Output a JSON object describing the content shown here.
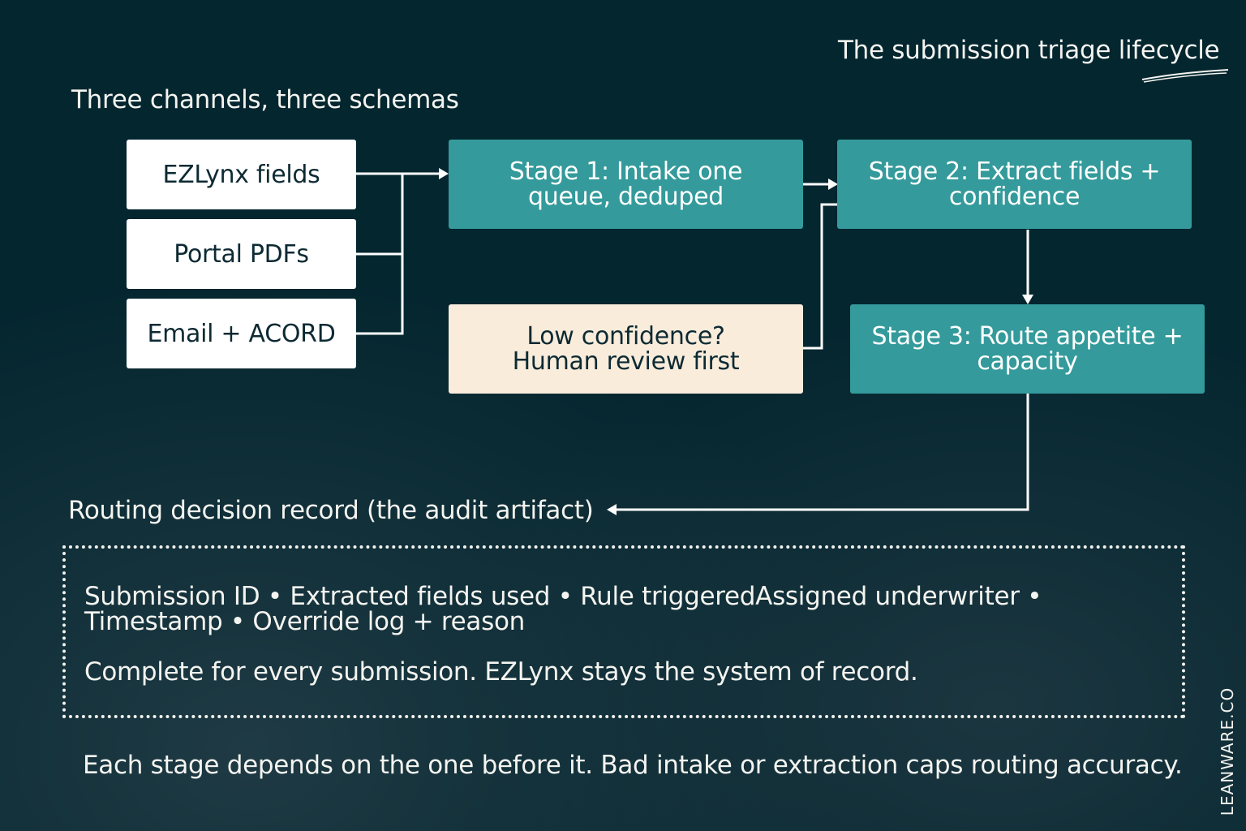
{
  "title": "The submission triage lifecycle",
  "channels_heading": "Three channels, three schemas",
  "channels": [
    {
      "label": "EZLynx fields"
    },
    {
      "label": "Portal PDFs"
    },
    {
      "label": "Email + ACORD"
    }
  ],
  "stages": {
    "stage1": "Stage 1: Intake one queue, deduped",
    "stage2": "Stage 2: Extract fields + confidence",
    "stage3": "Stage 3: Route appetite + capacity"
  },
  "review": {
    "line1": "Low confidence?",
    "line2": "Human review first"
  },
  "record": {
    "heading": "Routing decision record (the audit artifact)",
    "fields": "Submission ID • Extracted fields used • Rule triggeredAssigned underwriter • Timestamp • Override log + reason",
    "note": "Complete for every submission. EZLynx stays the system of record."
  },
  "footer": "Each stage depends on the one before it. Bad intake or extraction caps routing accuracy.",
  "brand": "LEANWARE.CO",
  "colors": {
    "background": "#04262f",
    "stage_box": "#349a9b",
    "review_box": "#f9ecdb",
    "channel_box": "#ffffff",
    "connector": "#ffffff"
  }
}
